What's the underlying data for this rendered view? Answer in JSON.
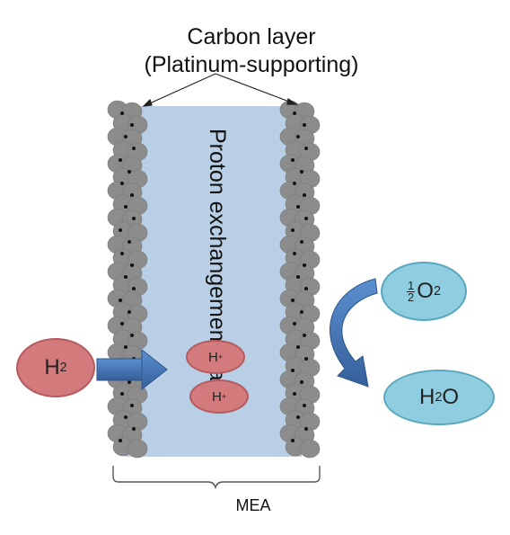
{
  "carbon_layer": {
    "line1": "Carbon layer",
    "line2": "(Platinum-supporting)"
  },
  "membrane": {
    "line1": "Proton exchange",
    "line2": "membrane"
  },
  "hydrogen": {
    "base": "H",
    "sub": "2"
  },
  "protons": [
    {
      "base": "H",
      "sup": "+"
    },
    {
      "base": "H",
      "sup": "+"
    }
  ],
  "oxygen": {
    "frac_num": "1",
    "frac_den": "2",
    "base": "O",
    "sub": "2"
  },
  "water": {
    "base1": "H",
    "sub": "2",
    "base2": "O"
  },
  "mea_label": "MEA",
  "colors": {
    "membrane": "#b8cfe6",
    "carbon": "#8c8c8c",
    "reactant_oval": "#d27a7c",
    "product_oval": "#8fcde0",
    "arrow": "#4a78b8"
  }
}
